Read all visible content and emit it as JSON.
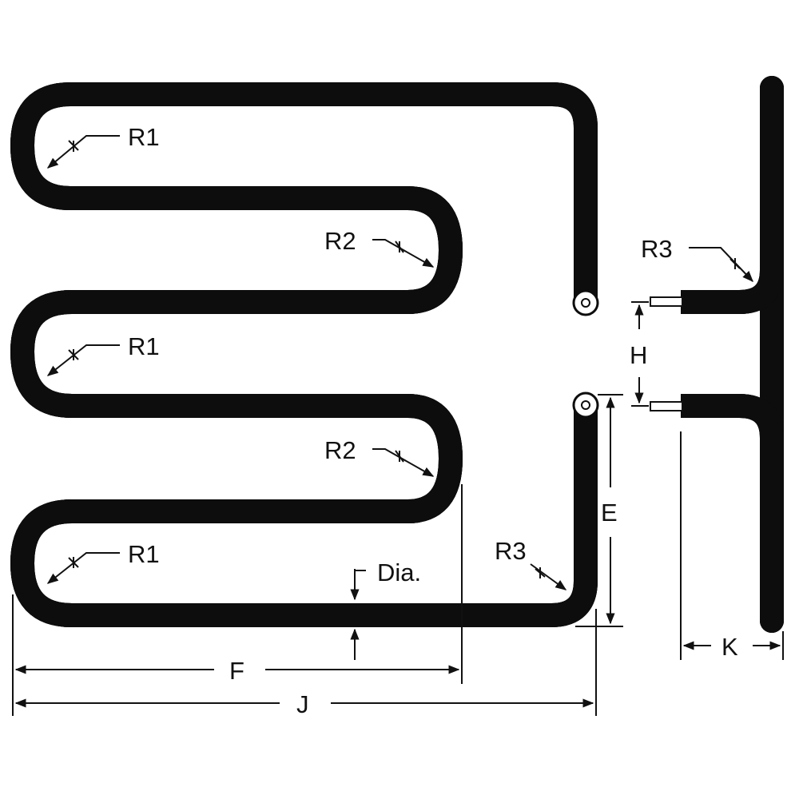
{
  "labels": {
    "r1_top": "R1",
    "r1_mid": "R1",
    "r1_bot": "R1",
    "r2_top": "R2",
    "r2_bot": "R2",
    "r3_left": "R3",
    "r3_right": "R3",
    "dia": "Dia.",
    "e": "E",
    "f": "F",
    "h": "H",
    "j": "J",
    "k": "K"
  },
  "colors": {
    "tube_outline": "#0d0d0d",
    "tube_body": "#5a5a5a",
    "tube_highlight": "#b4b4b4",
    "dimension_lines": "#111111"
  }
}
